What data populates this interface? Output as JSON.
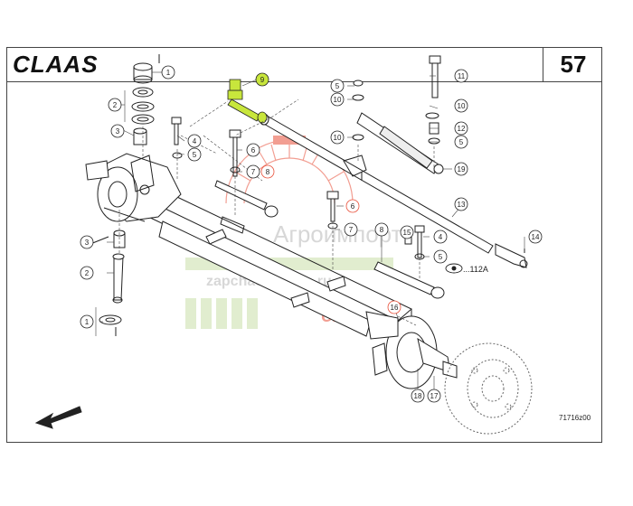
{
  "header": {
    "logo": "CLAAS",
    "page_number": "57"
  },
  "footer": {
    "ref_code": "71716z00"
  },
  "callouts": {
    "c1a": "1",
    "c2a": "2",
    "c3a": "3",
    "c4a": "4",
    "c5a": "5",
    "c6a": "6",
    "c7a": "7",
    "c8a": "8",
    "c9": "9",
    "c5b": "5",
    "c10a": "10",
    "c10b": "10",
    "c11": "11",
    "c10c": "10",
    "c12": "12",
    "c5c": "5",
    "c19": "19",
    "c13": "13",
    "c14": "14",
    "c6b": "6",
    "c7b": "7",
    "c8b": "8",
    "c15": "15",
    "c4b": "4",
    "c5d": "5",
    "c3b": "3",
    "c2b": "2",
    "c1b": "1",
    "c16": "16",
    "c18": "18",
    "c17": "17",
    "ref_112a": "...112A"
  },
  "watermark": {
    "line1": "Агроимпорт",
    "line2": "zapchasti-claas.ru",
    "brand": "CLAAS"
  },
  "colors": {
    "highlight": "#c8e63c",
    "watermark_red": "#e8503a",
    "watermark_gray": "#b8b8b8",
    "watermark_green": "#b8d48a",
    "ink": "#222222"
  }
}
